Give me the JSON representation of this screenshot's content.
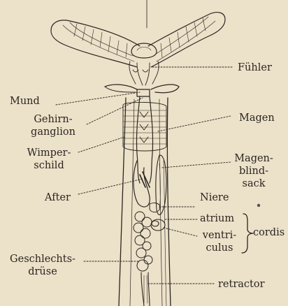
{
  "labels": {
    "fuehler": "Fühler",
    "mund": "Mund",
    "gehirn_1": "Gehirn-",
    "gehirn_2": "ganglion",
    "magen": "Magen",
    "wimper_1": "Wimper-",
    "wimper_2": "schild",
    "blind_1": "Magen-",
    "blind_2": "blind-",
    "blind_3": "sack",
    "after": "After",
    "niere": "Niere",
    "atrium": "atrium",
    "ventri_1": "ventri-",
    "ventri_2": "culus",
    "cordis": "cordis",
    "geschl_1": "Geschlechts-",
    "geschl_2": "drüse",
    "retractor": "retractor"
  },
  "colors": {
    "paper": "#ece1c9",
    "ink": "#2a2520"
  }
}
